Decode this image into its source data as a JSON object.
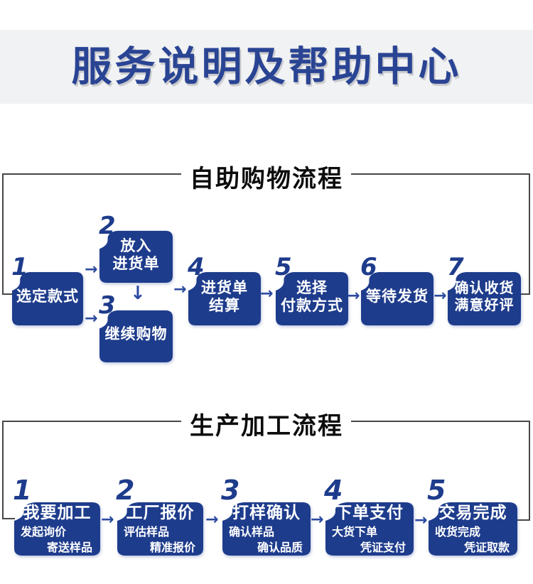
{
  "banner": {
    "title": "服务说明及帮助中心"
  },
  "flow1": {
    "title": "自助购物流程",
    "steps": [
      {
        "num": "1",
        "line1": "选定款式"
      },
      {
        "num": "2",
        "line1": "放入",
        "line2": "进货单"
      },
      {
        "num": "3",
        "line1": "继续购物"
      },
      {
        "num": "4",
        "line1": "进货单",
        "line2": "结算"
      },
      {
        "num": "5",
        "line1": "选择",
        "line2": "付款方式"
      },
      {
        "num": "6",
        "line1": "等待发货"
      },
      {
        "num": "7",
        "line1": "确认收货",
        "line2": "满意好评"
      }
    ]
  },
  "flow2": {
    "title": "生产加工流程",
    "steps": [
      {
        "num": "1",
        "title": "我要加工",
        "sub1": "发起询价",
        "sub2": "寄送样品"
      },
      {
        "num": "2",
        "title": "工厂报价",
        "sub1": "评估样品",
        "sub2": "精准报价"
      },
      {
        "num": "3",
        "title": "打样确认",
        "sub1": "确认样品",
        "sub2": "确认品质"
      },
      {
        "num": "4",
        "title": "下单支付",
        "sub1": "大货下单",
        "sub2": "凭证支付"
      },
      {
        "num": "5",
        "title": "交易完成",
        "sub1": "收货完成",
        "sub2": "凭证取款"
      }
    ]
  },
  "icons": {
    "arrow_right": "→",
    "arrow_down": "↓"
  },
  "colors": {
    "box_blue": "#1e3c8c",
    "banner_bg": "#f1f2f3",
    "banner_text": "#2a4494",
    "arrow_blue": "#2b4aa0",
    "line_gray": "#474747"
  }
}
